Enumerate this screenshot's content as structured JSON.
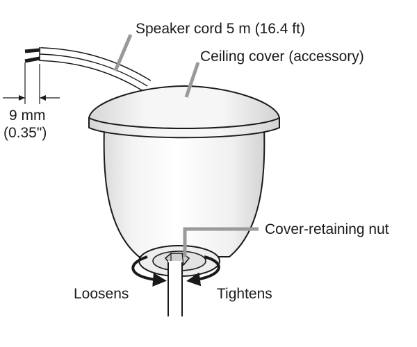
{
  "labels": {
    "speaker_cord": "Speaker cord 5 m (16.4 ft)",
    "ceiling_cover": "Ceiling cover (accessory)",
    "strip_length_metric": "9 mm",
    "strip_length_imperial": "(0.35\")",
    "cover_retaining_nut": "Cover-retaining nut",
    "loosens": "Loosens",
    "tightens": "Tightens"
  },
  "colors": {
    "line": "#1a1a1a",
    "leader": "#9a9a9a",
    "shade": "#d9d9d9",
    "fill": "#ffffff"
  }
}
